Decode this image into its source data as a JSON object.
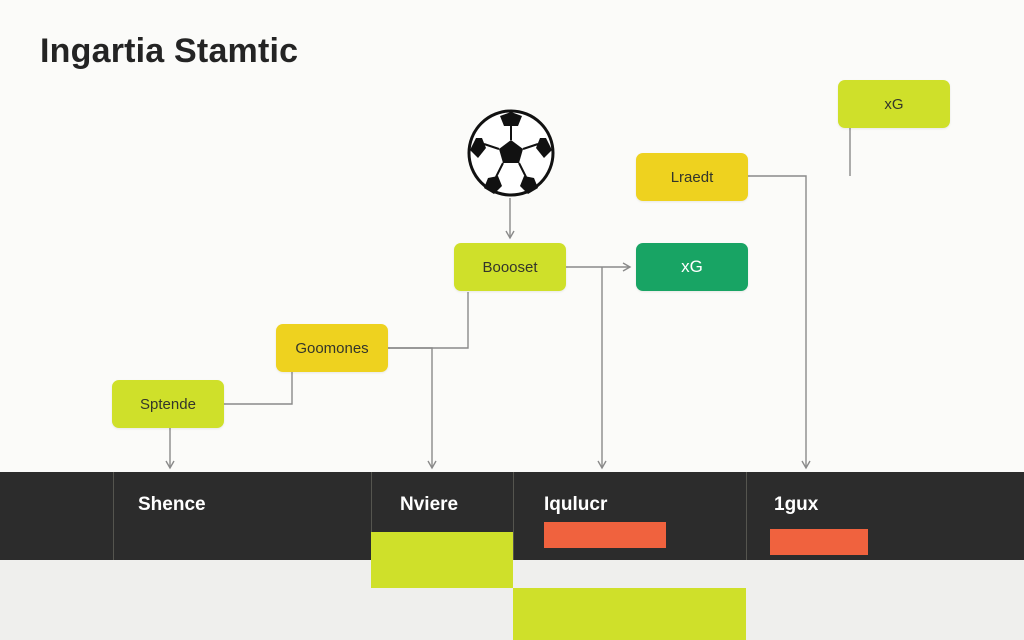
{
  "title": "Ingartia Stamtic",
  "colors": {
    "lime": "#cfe02a",
    "yellow": "#eed21f",
    "green": "#18a464",
    "dark_band": "#2c2c2c",
    "red_bar": "#f0623e",
    "connector": "#8a8a8a"
  },
  "nodes": {
    "stance": "Sptende",
    "goomones": "Goomones",
    "booset": "Boooset",
    "xg_green": "xG",
    "lraedt": "Lraedt",
    "xg_top": "xG"
  },
  "ball_icon": "soccer-ball-icon",
  "table": {
    "columns": [
      "Shence",
      "Nviere",
      "Iqulucr",
      "1gux"
    ]
  }
}
